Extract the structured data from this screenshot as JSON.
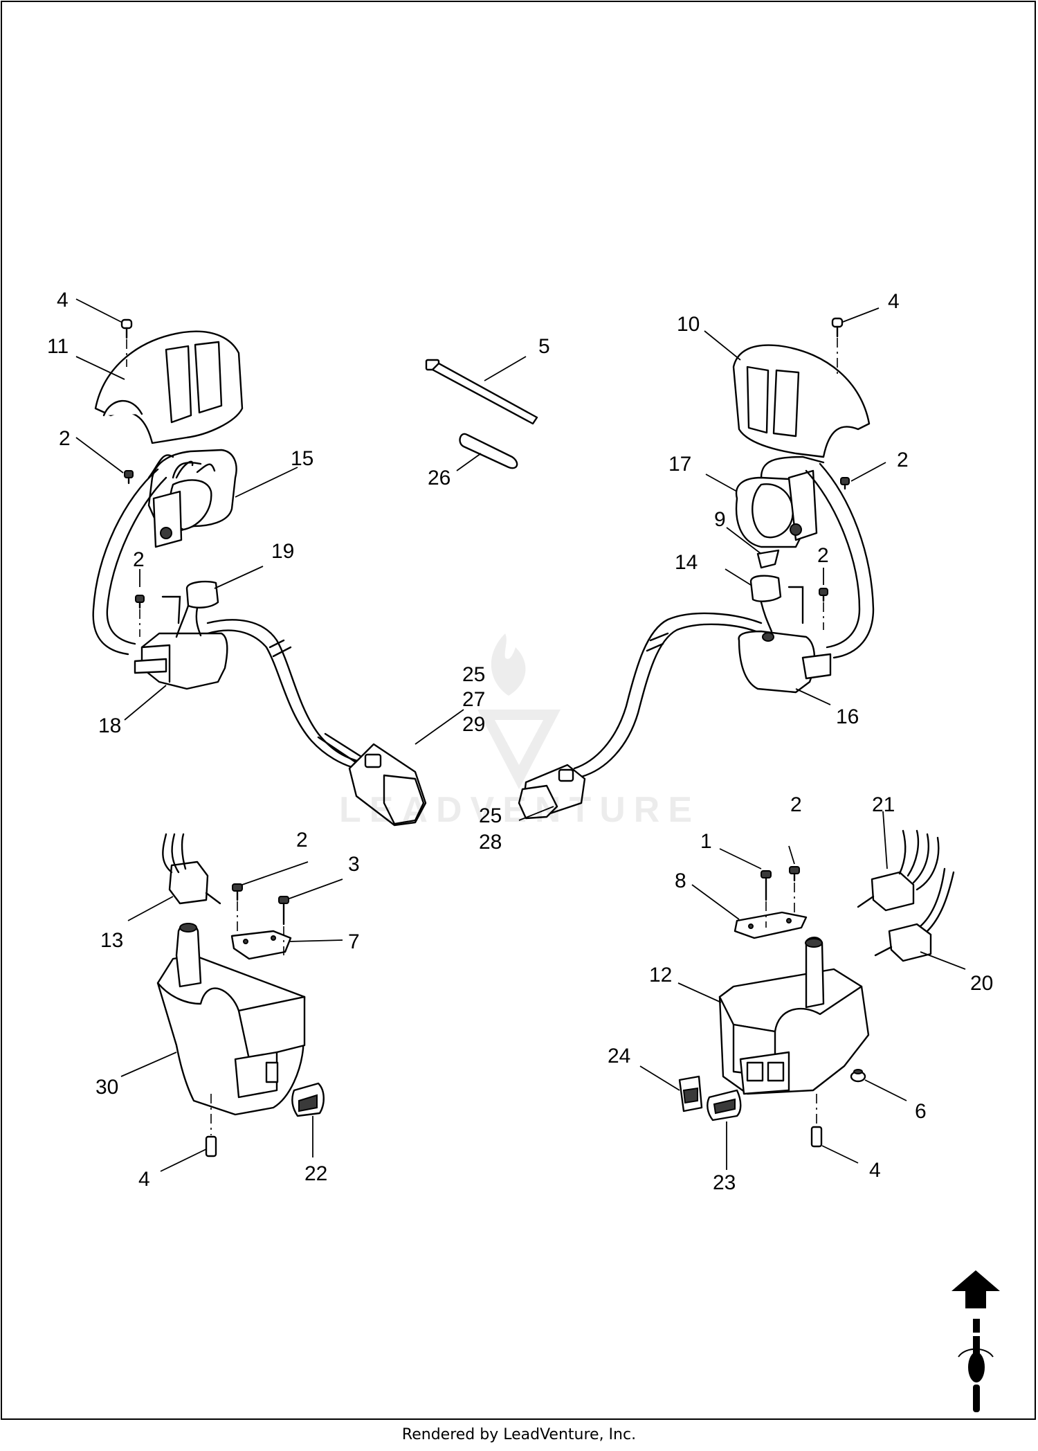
{
  "diagram": {
    "callouts": {
      "c4_top_left": "4",
      "c11": "11",
      "c2_left_upper": "2",
      "c15": "15",
      "c2_left_mid": "2",
      "c19": "19",
      "c18": "18",
      "c5": "5",
      "c26": "26",
      "c25_a": "25",
      "c27": "27",
      "c29": "29",
      "c25_b": "25",
      "c28": "28",
      "c4_top_right": "4",
      "c10": "10",
      "c2_right_upper": "2",
      "c17": "17",
      "c9": "9",
      "c14": "14",
      "c2_right_mid": "2",
      "c16": "16",
      "c2_lower_left": "2",
      "c3": "3",
      "c13": "13",
      "c7": "7",
      "c30": "30",
      "c4_bottom_left": "4",
      "c22": "22",
      "c2_lower_right": "2",
      "c21": "21",
      "c1": "1",
      "c8": "8",
      "c12": "12",
      "c20": "20",
      "c24": "24",
      "c6": "6",
      "c23": "23",
      "c4_bottom_right": "4"
    }
  },
  "watermark": {
    "text": "LEADVENTURE"
  },
  "footer": {
    "text": "Rendered by LeadVenture, Inc."
  }
}
